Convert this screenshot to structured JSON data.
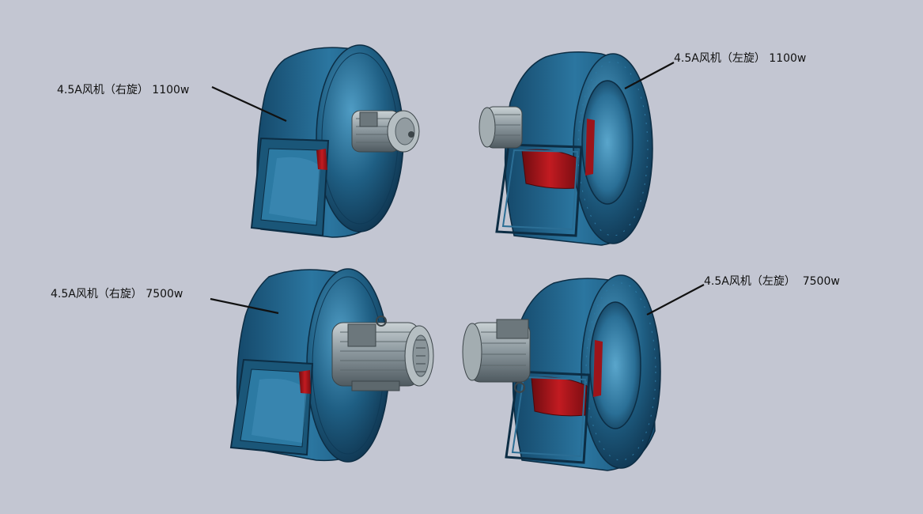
{
  "labels": {
    "top_left": "4.5A风机（右旋） 1100w",
    "top_right": "4.5A风机（左旋） 1100w",
    "bottom_left": "4.5A风机（右旋） 7500w",
    "bottom_right": "4.5A风机（左旋）  7500w"
  },
  "colors": {
    "background": "#c3c6d2",
    "housing": "#1f5f84",
    "housing_light": "#3d88b0",
    "housing_dark": "#0f3550",
    "impeller": "#b4161b",
    "motor": "#8e9aa0",
    "motor_dark": "#4f5a60",
    "leader_line": "#111111"
  }
}
